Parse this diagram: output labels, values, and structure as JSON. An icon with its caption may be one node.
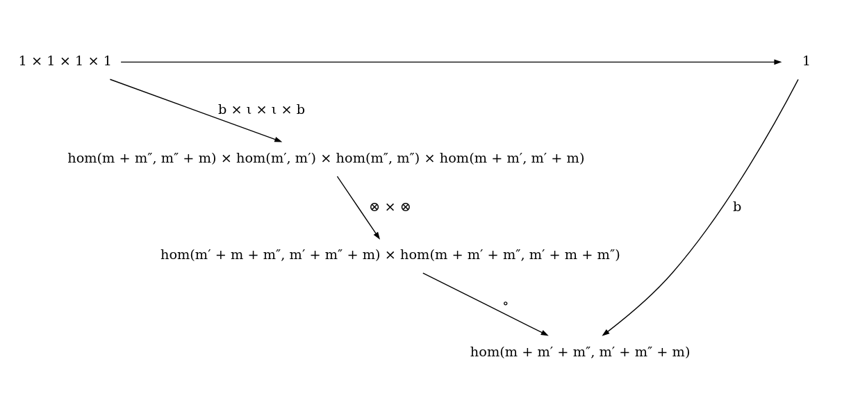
{
  "diagram": {
    "nodes": [
      {
        "text": [
          "1"
        ]
      },
      {
        "text": [
          "1 × 1 × 1 × 1"
        ]
      },
      {
        "text": [
          "hom(m + m″, m″ + m) × hom(m′, m′) × hom(m″, m″) × hom(m + m′, m′ + m)"
        ]
      },
      {
        "text": [
          "hom(m′ + m + m″, m′ + m″ + m) × hom(m + m′ + m″, m′ + m + m″)"
        ]
      },
      {
        "text": [
          "hom(m + m′ + m″, m′ + m″ + m)"
        ]
      }
    ],
    "edges": [
      {
        "from": 1,
        "to": 0,
        "arrow": "to"
      },
      {
        "from": 1,
        "to": 2,
        "arrow": "to",
        "label": "b × ι × ι × b"
      },
      {
        "from": 2,
        "to": 3,
        "arrow": "to",
        "label": "⊗ × ⊗"
      },
      {
        "from": 3,
        "to": 4,
        "arrow": "to",
        "label": "∘"
      },
      {
        "from": 0,
        "to": 4,
        "arrow": "to",
        "label": "b"
      }
    ]
  }
}
